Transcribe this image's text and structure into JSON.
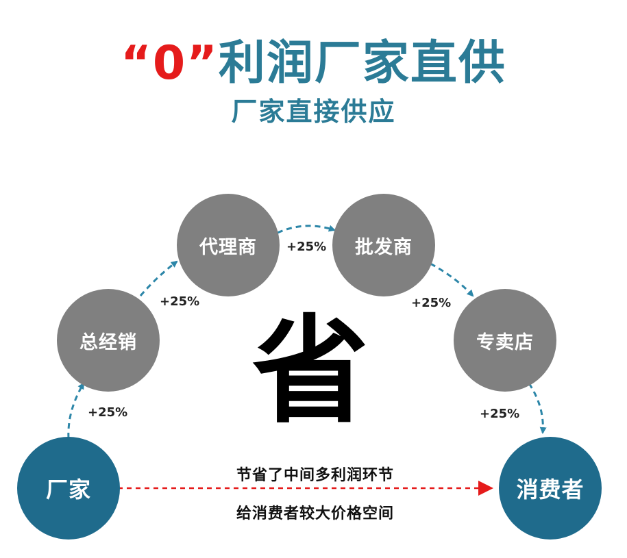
{
  "header": {
    "title_quote": "“0”",
    "title_rest": "利润厂家直供",
    "subtitle": "厂家直接供应"
  },
  "nodes": {
    "factory": "厂家",
    "general_distributor": "总经销",
    "agent": "代理商",
    "wholesaler": "批发商",
    "specialty_store": "专卖店",
    "consumer": "消费者"
  },
  "markups": {
    "factory_to_general": "+25%",
    "general_to_agent": "+25%",
    "agent_to_wholesaler": "+25%",
    "wholesaler_to_store": "+25%",
    "store_to_consumer": "+25%"
  },
  "center_char": "省",
  "direct_note": {
    "line1": "节省了中间多利润环节",
    "line2": "给消费者较大价格空间"
  },
  "colors": {
    "accent_red": "#e51b1b",
    "brand_teal": "#2b7b96",
    "node_gray": "#808080",
    "node_blue": "#1f6b8c",
    "arrow_blue": "#2c86a8",
    "arrow_red": "#e51b1b"
  }
}
